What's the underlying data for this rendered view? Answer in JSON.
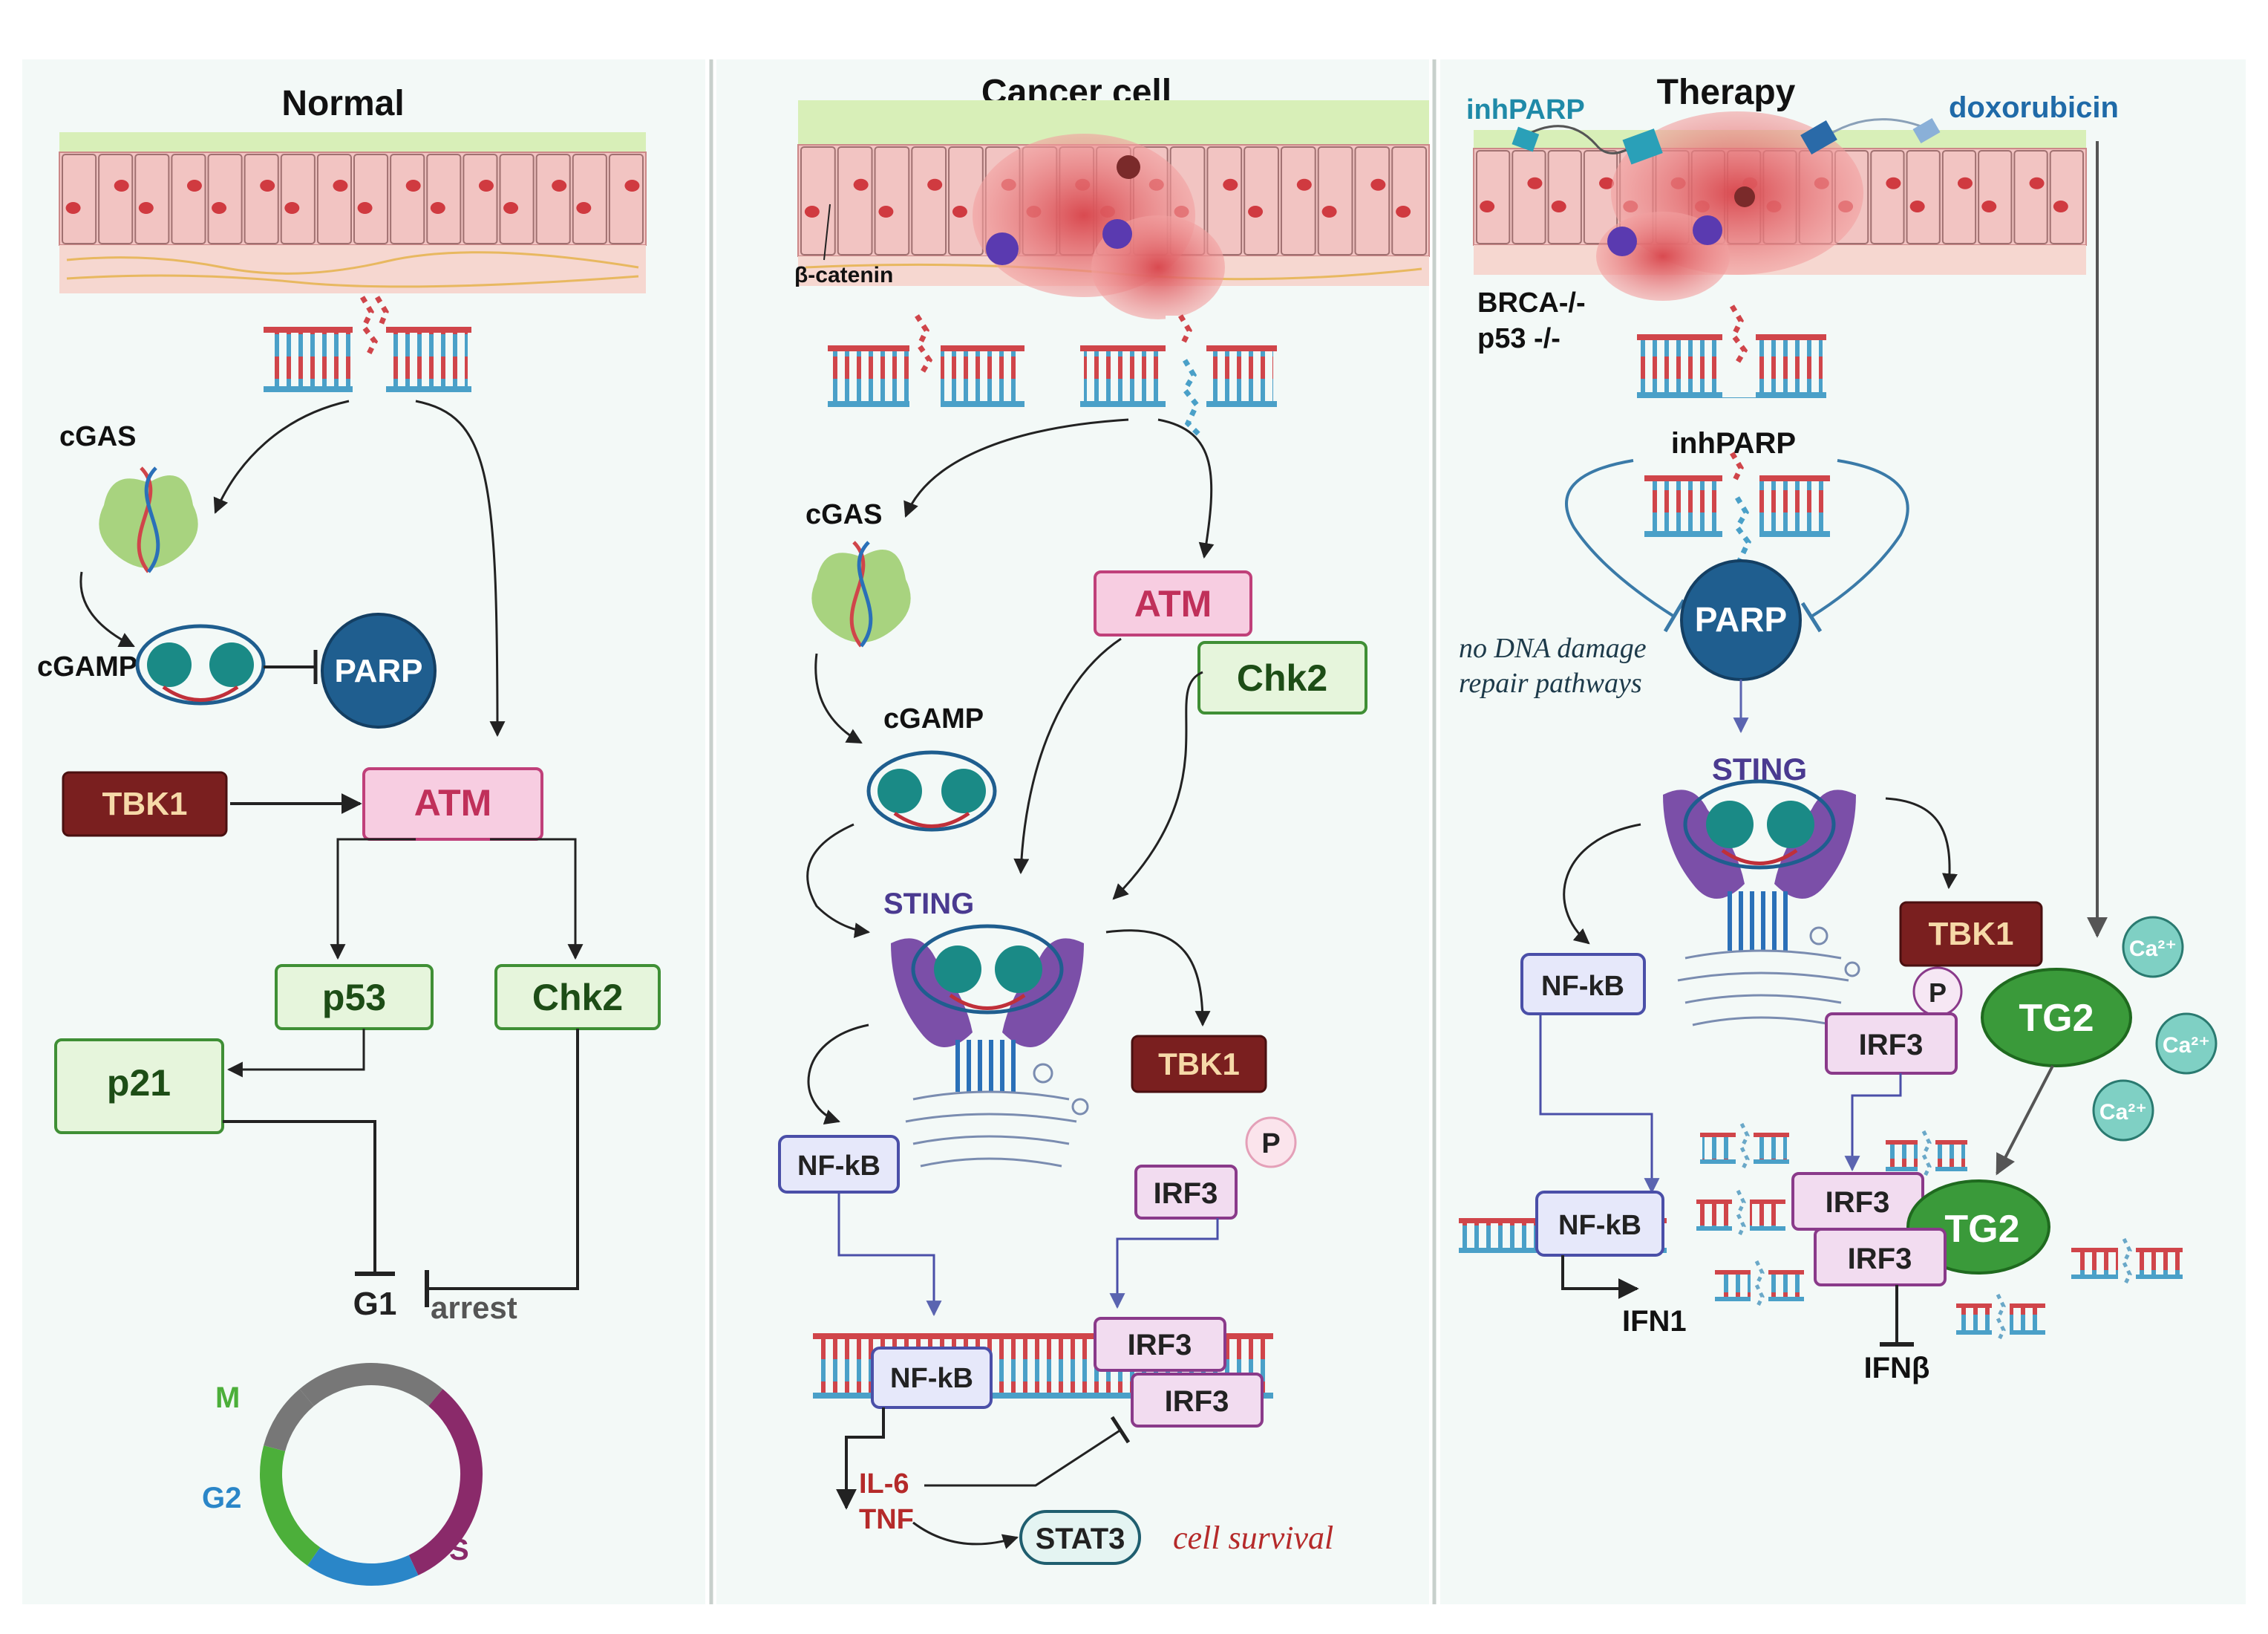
{
  "panels": {
    "normal": {
      "title": "Normal",
      "cgas": "cGAS",
      "cgamp": "cGAMP",
      "parp": "PARP",
      "tbk1": "TBK1",
      "atm": "ATM",
      "p53": "p53",
      "chk2": "Chk2",
      "p21": "p21",
      "g1": "G1",
      "arrest": "arrest",
      "phase_m": "M",
      "phase_g2": "G2",
      "phase_s": "S"
    },
    "cancer": {
      "title": "Cancer cell",
      "beta_catenin": "β-catenin",
      "cgas": "cGAS",
      "cgamp": "cGAMP",
      "atm": "ATM",
      "chk2": "Chk2",
      "sting": "STING",
      "tbk1": "TBK1",
      "p": "P",
      "irf3": "IRF3",
      "nfkb": "NF-kB",
      "nfkb_dna": "NF-kB",
      "irf3_dna_1": "IRF3",
      "irf3_dna_2": "IRF3",
      "il6": "IL-6",
      "tnf": "TNF",
      "stat3": "STAT3",
      "cell_survival": "cell survival"
    },
    "therapy": {
      "title": "Therapy",
      "inhparp_drug": "inhPARP",
      "doxorubicin": "doxorubicin",
      "genotype_1": "BRCA-/-",
      "genotype_2": "p53 -/-",
      "inhparp": "inhPARP",
      "parp": "PARP",
      "no_repair_1": "no DNA damage",
      "no_repair_2": "repair pathways",
      "sting": "STING",
      "tbk1": "TBK1",
      "p": "P",
      "tg2": "TG2",
      "irf3": "IRF3",
      "nfkb": "NF-kB",
      "nfkb_dna": "NF-kB",
      "irf3_a": "IRF3",
      "irf3_b": "IRF3",
      "tg2_dna": "TG2",
      "ifn1": "IFN1",
      "ifnb": "IFNβ",
      "ca_1": "Ca²⁺",
      "ca_2": "Ca²⁺",
      "ca_3": "Ca²⁺"
    }
  },
  "colors": {
    "atm_fill": "#f7cde1",
    "atm_stroke": "#c0407a",
    "green_fill": "#e6f5dc",
    "green_stroke": "#3f8f35",
    "tbk1_fill": "#7a1f1f",
    "tbk1_text": "#f6d9a8",
    "parp_fill": "#1f5e8f",
    "nfkb_fill": "#e6e8fa",
    "nfkb_stroke": "#4a4fa8",
    "irf3_fill": "#f2dcf0",
    "irf3_stroke": "#8a3a8a",
    "sting_purple": "#7b4fa8",
    "teal": "#1a8a86",
    "tg2_fill": "#3a9a3a",
    "ca_fill": "#7fd0c4",
    "red_text": "#b52a2a",
    "blue_text": "#1f6aa8",
    "phase_m": "#4caf3a",
    "phase_g2": "#2a86c8",
    "phase_s": "#8a2a6a",
    "phase_g1": "#777777"
  }
}
